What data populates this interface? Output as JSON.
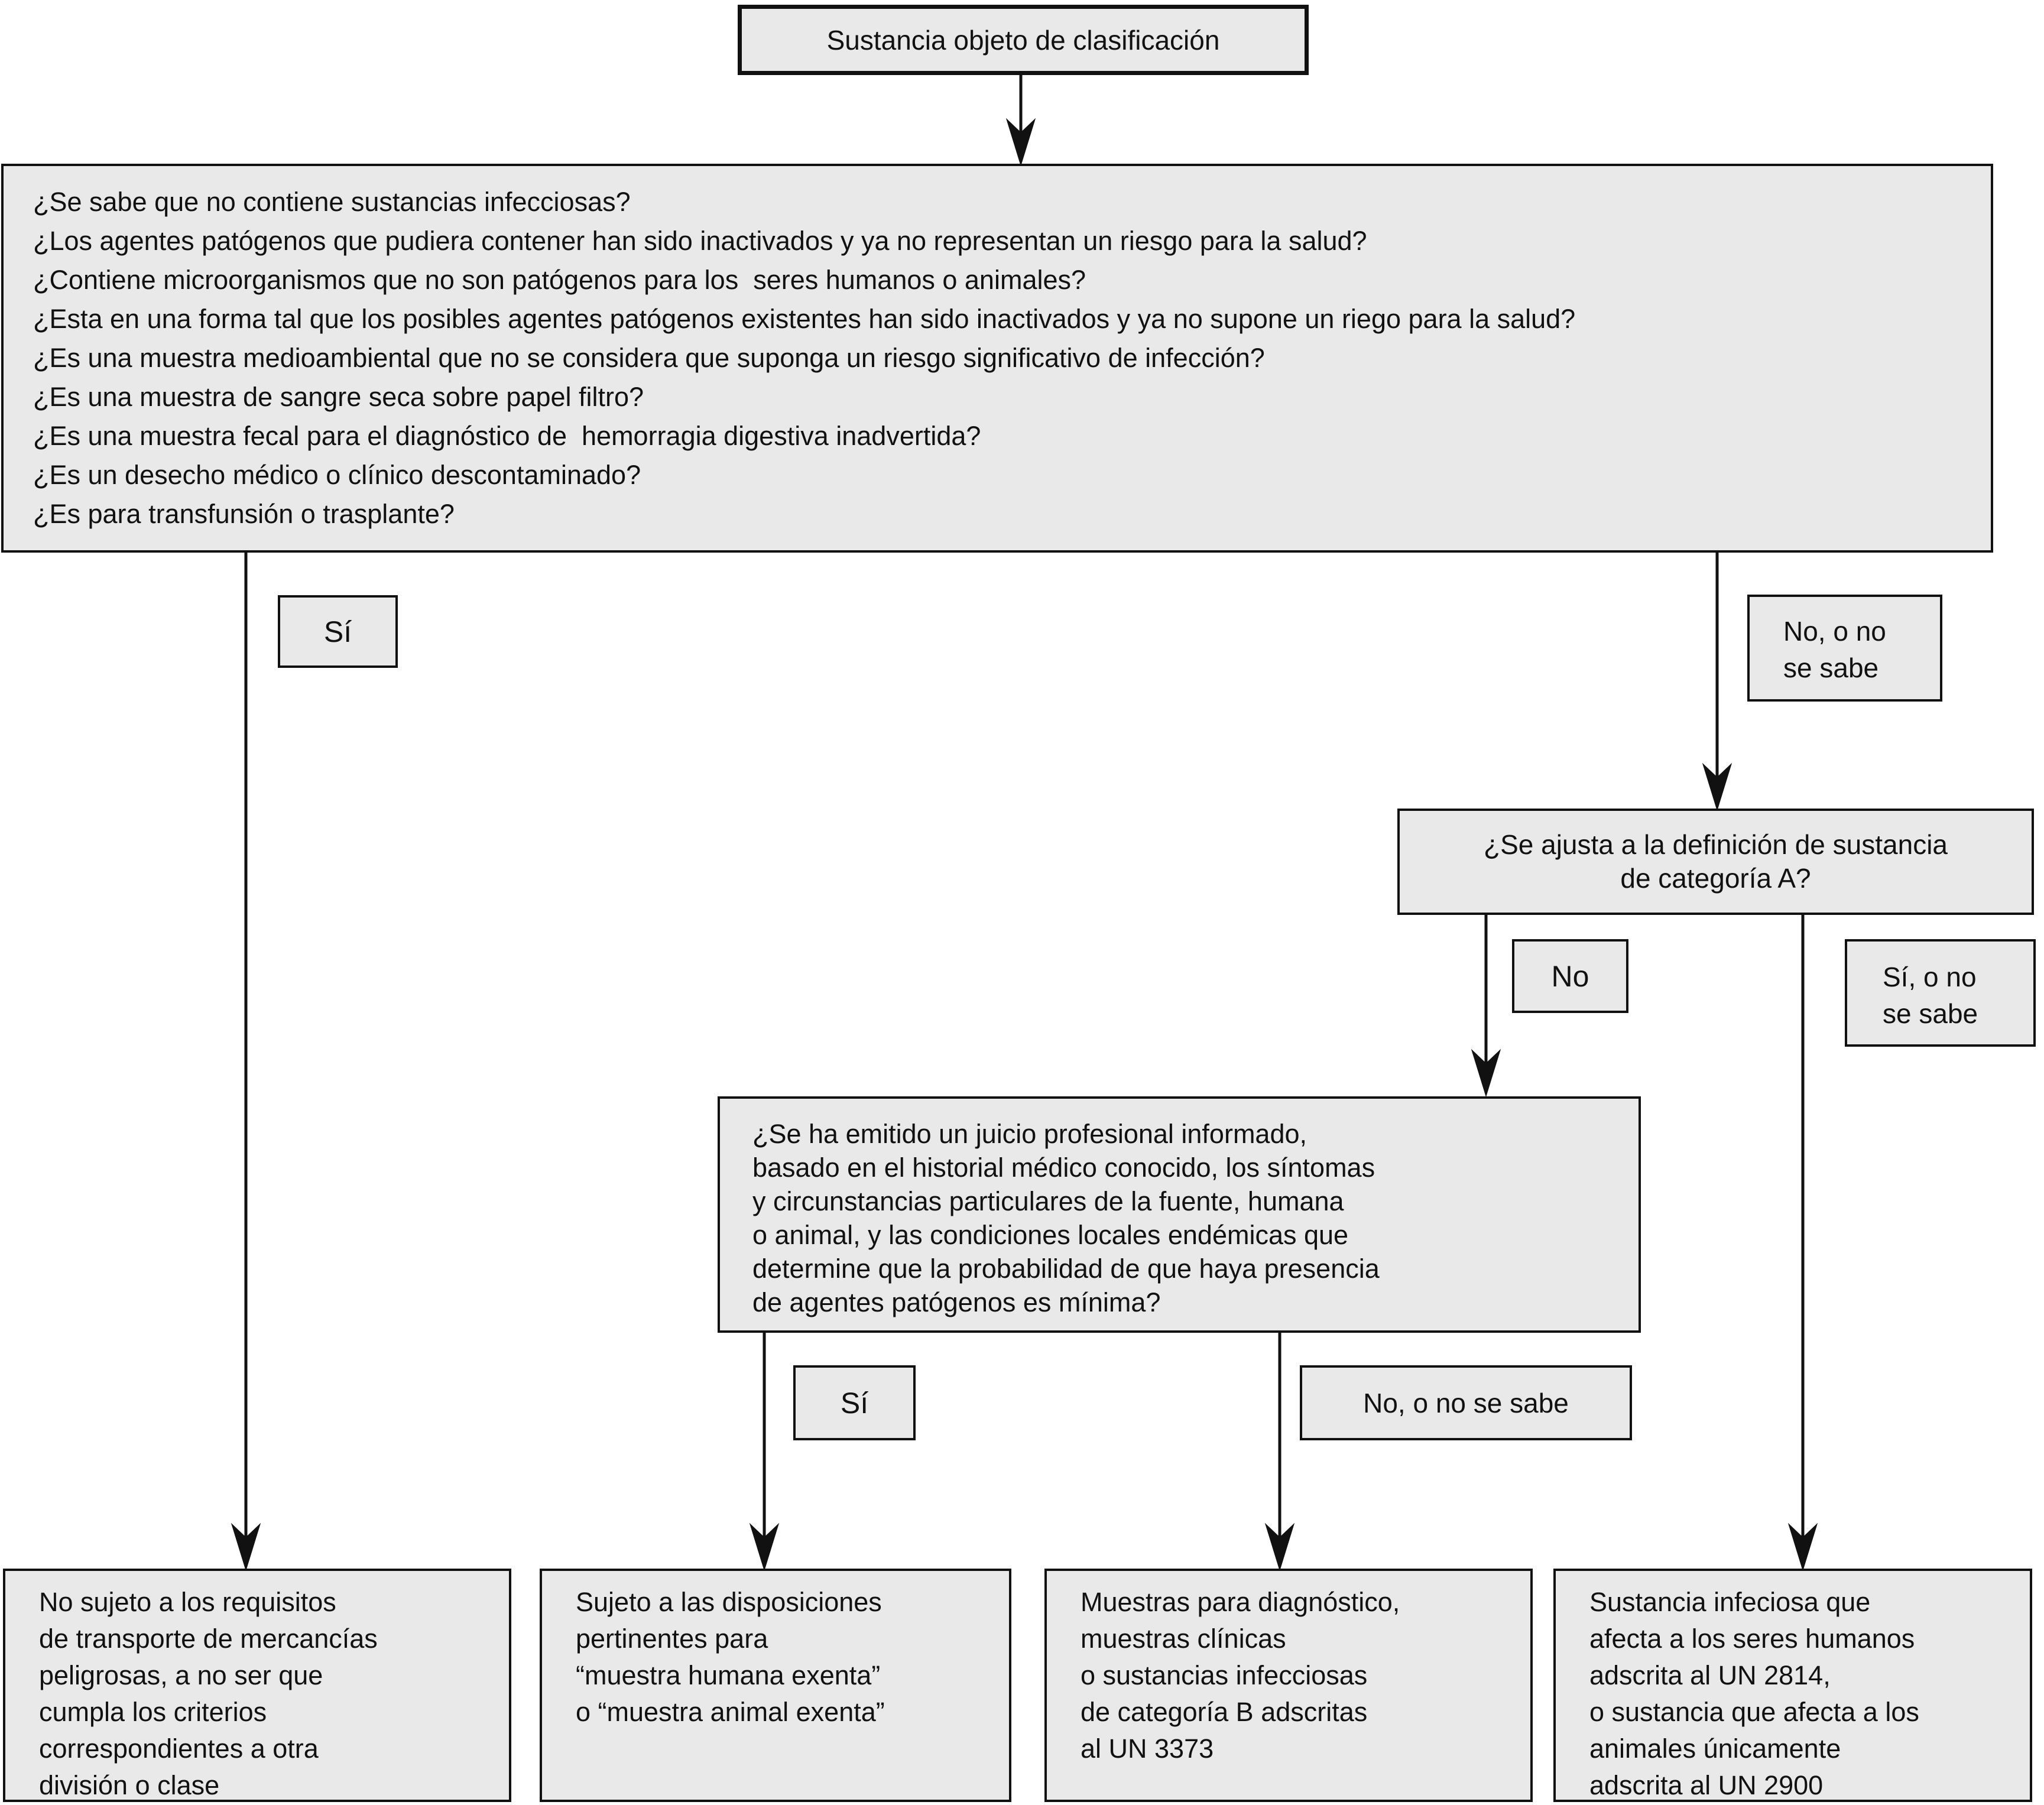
{
  "colors": {
    "background": "#ffffff",
    "box_fill": "#e9e9e9",
    "box_border": "#111111",
    "arrow_color": "#111111"
  },
  "boxes": {
    "start": {
      "text": "Sustancia objeto de clasificación"
    },
    "exemption_questions": {
      "lines": [
        "¿Se sabe que no contiene sustancias infecciosas?",
        "¿Los agentes patógenos que pudiera contener han sido inactivados y ya no representan un riesgo para la salud?",
        "¿Contiene microorganismos que no son patógenos para los  seres humanos o animales?",
        "¿Esta en una forma tal que los posibles agentes patógenos existentes han sido inactivados y ya no supone un riego para la salud?",
        "¿Es una muestra medioambiental que no se considera que suponga un riesgo significativo de infección?",
        "¿Es una muestra de sangre seca sobre papel filtro?",
        "¿Es una muestra fecal para el diagnóstico de  hemorragia digestiva inadvertida?",
        "¿Es un desecho médico o clínico descontaminado?",
        "¿Es para transfunsión o trasplante?"
      ]
    },
    "category_a_question": {
      "lines": [
        "¿Se ajusta a la definición de sustancia",
        "de categoría A?"
      ]
    },
    "professional_judgement": {
      "lines": [
        "¿Se ha emitido un juicio profesional informado,",
        "basado en el historial médico conocido, los síntomas",
        "y circunstancias particulares de la fuente, humana",
        "o animal, y las condiciones locales endémicas que",
        "determine que la probabilidad de que haya presencia",
        "de agentes patógenos es mínima?"
      ]
    }
  },
  "labels": {
    "si_1": "Sí",
    "no_unknown_1": {
      "lines": [
        "No, o no",
        "se sabe"
      ]
    },
    "no": "No",
    "si_unknown": {
      "lines": [
        "Sí, o no",
        "se sabe"
      ]
    },
    "si_2": "Sí",
    "no_unknown_2": "No, o no se sabe"
  },
  "outcomes": {
    "not_subject": {
      "lines": [
        "No sujeto a los requisitos",
        "de transporte de mercancías",
        "peligrosas, a no ser que",
        "cumpla los criterios",
        "correspondientes a otra",
        "división o clase"
      ]
    },
    "exempt_specimen": {
      "lines": [
        "Sujeto a las disposiciones",
        "pertinentes para",
        "“muestra humana exenta”",
        "o “muestra animal exenta”"
      ]
    },
    "category_b": {
      "lines": [
        "Muestras para diagnóstico,",
        "muestras clínicas",
        "o sustancias infecciosas",
        "de categoría B adscritas",
        "al UN 3373"
      ]
    },
    "category_a": {
      "lines": [
        "Sustancia infeciosa que",
        "afecta a los seres humanos",
        "adscrita al UN 2814,",
        "o sustancia que afecta a los",
        "animales únicamente",
        "adscrita al UN 2900"
      ]
    }
  }
}
